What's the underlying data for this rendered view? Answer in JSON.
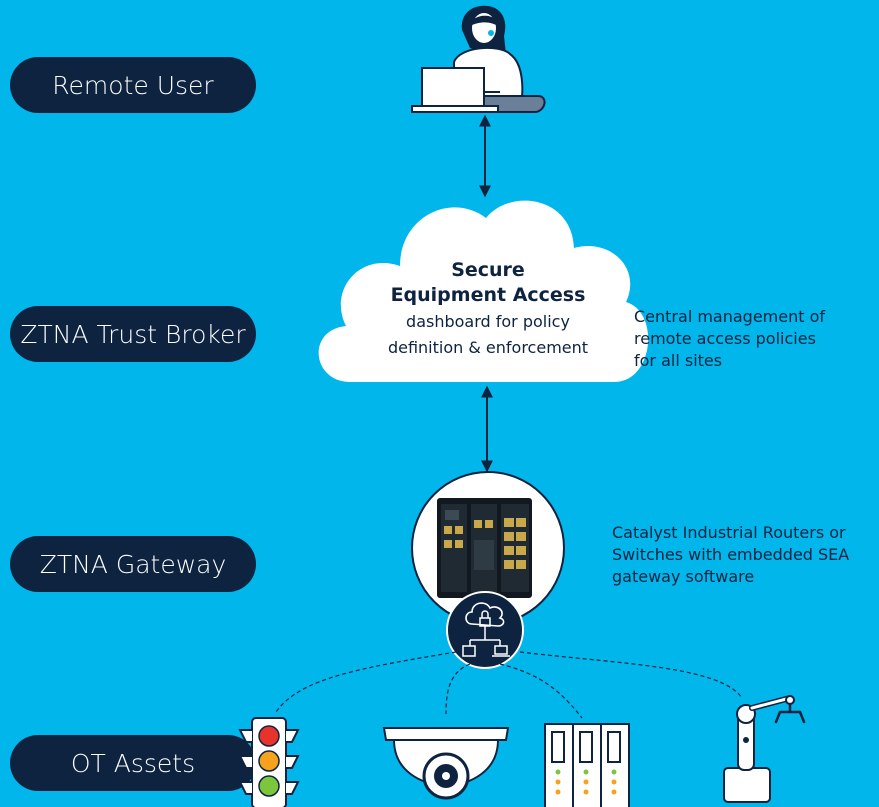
{
  "layers": {
    "remote_user": "Remote User",
    "trust_broker": "ZTNA Trust Broker",
    "gateway": "ZTNA Gateway",
    "ot_assets": "OT Assets"
  },
  "cloud": {
    "title_line1": "Secure",
    "title_line2": "Equipment Access",
    "sub_line1": "dashboard for policy",
    "sub_line2": "definition & enforcement"
  },
  "notes": {
    "broker": [
      "Central management of",
      "remote access policies",
      "for all sites"
    ],
    "gateway": [
      "Catalyst Industrial Routers or",
      "Switches with embedded SEA",
      "gateway software"
    ]
  },
  "icons": {
    "user": "person-laptop-icon",
    "gateway": "industrial-switch-icon",
    "network": "cloud-lock-network-icon",
    "assets": [
      "traffic-light-icon",
      "security-camera-icon",
      "plc-controller-icon",
      "robot-arm-icon"
    ]
  },
  "colors": {
    "background": "#00b6eb",
    "navy": "#0d2340",
    "white": "#ffffff"
  }
}
